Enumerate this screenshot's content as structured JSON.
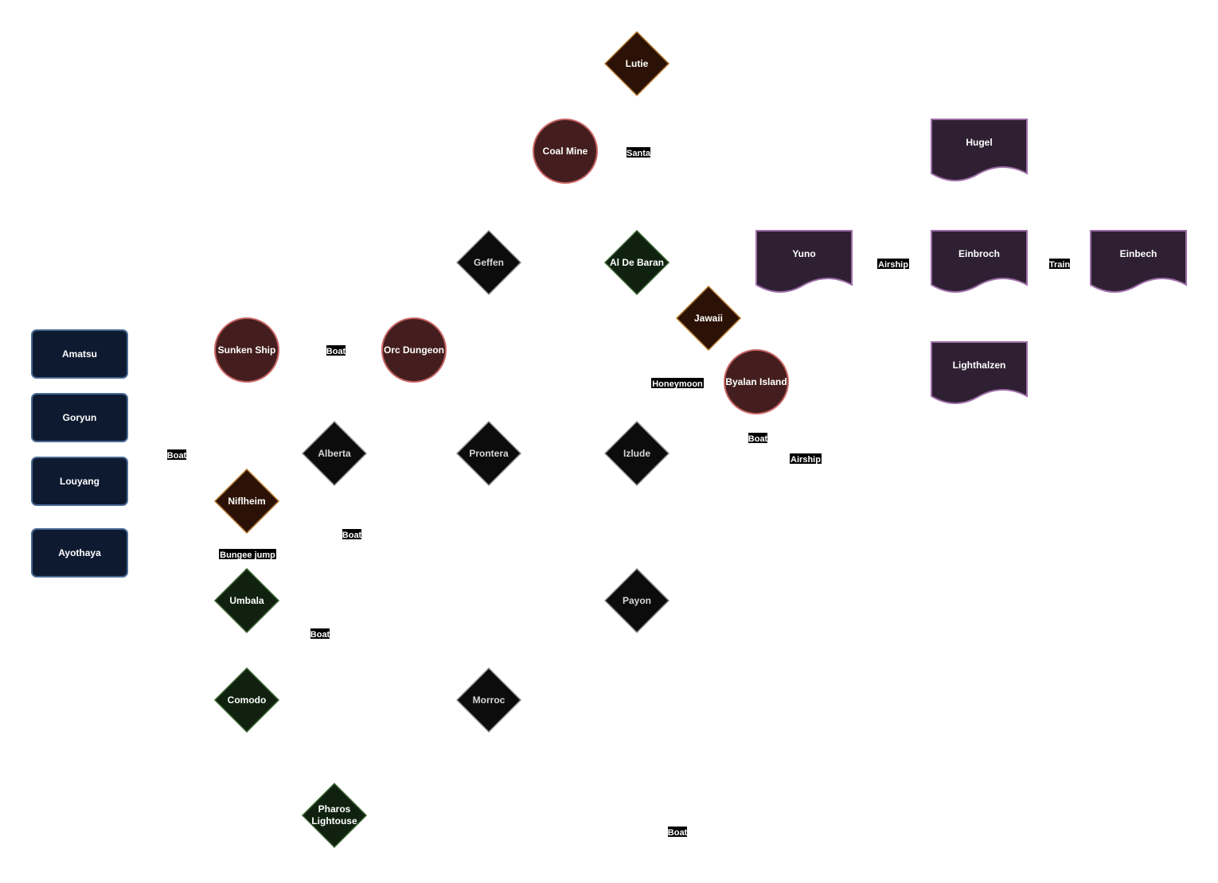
{
  "colors": {
    "rect_fill": "#0e1a30",
    "rect_stroke": "#4a6a94",
    "circle_fill": "#441e1e",
    "circle_stroke": "#c86464",
    "diamond_black_fill": "#0c0c0c",
    "diamond_black_stroke": "#8c8c8c",
    "diamond_green_fill": "#10220f",
    "diamond_green_stroke": "#3c6432",
    "diamond_brown_fill": "#2c1206",
    "diamond_brown_stroke": "#b4782c",
    "doc_fill": "#2e2032",
    "doc_stroke": "#9e6ea8",
    "edge_label_bg": "#000000"
  },
  "nodes": {
    "amatsu": "Amatsu",
    "goryun": "Goryun",
    "louyang": "Louyang",
    "ayothaya": "Ayothaya",
    "sunken_ship": "Sunken Ship",
    "orc_dungeon": "Orc Dungeon",
    "coal_mine": "Coal Mine",
    "byalan_island": "Byalan Island",
    "lutie": "Lutie",
    "geffen": "Geffen",
    "al_de_baran": "Al De Baran",
    "jawaii": "Jawaii",
    "alberta": "Alberta",
    "prontera": "Prontera",
    "izlude": "Izlude",
    "niflheim": "Niflheim",
    "umbala": "Umbala",
    "payon": "Payon",
    "comodo": "Comodo",
    "morroc": "Morroc",
    "pharos_line1": "Pharos",
    "pharos_line2": "Lightouse",
    "hugel": "Hugel",
    "yuno": "Yuno",
    "einbroch": "Einbroch",
    "einbech": "Einbech",
    "lighthalzen": "Lighthalzen"
  },
  "edge_labels": {
    "santa": "Santa",
    "boat_sunken": "Boat",
    "boat_left": "Boat",
    "airship_yuno": "Airship",
    "train": "Train",
    "honeymoon": "Honeymoon",
    "boat_byalan": "Boat",
    "airship_izlude": "Airship",
    "boat_alberta": "Boat",
    "bungee_jump": "Bungee jump",
    "boat_umbala": "Boat",
    "boat_bottom": "Boat"
  }
}
